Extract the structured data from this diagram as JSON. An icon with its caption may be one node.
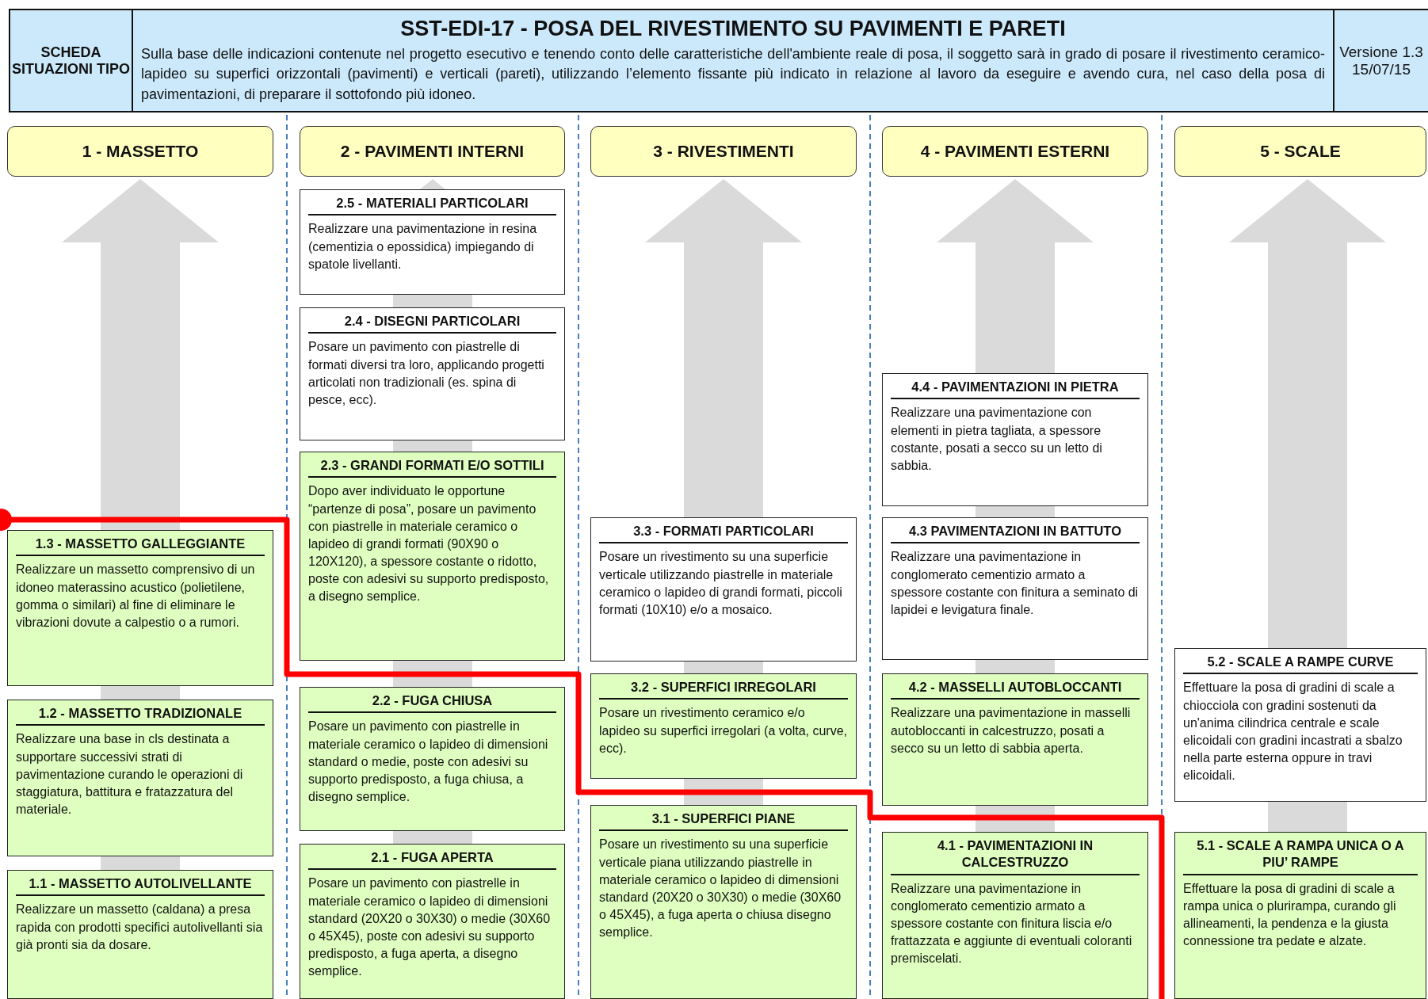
{
  "diagram": {
    "nodes": [
      {
        "text": [
          "SCHEDA SITUAZIONI TIPO"
        ]
      },
      {
        "text": [
          "SST-EDI-17 - POSA DEL RIVESTIMENTO SU PAVIMENTI E PARETI",
          "Sulla base delle indicazioni contenute nel progetto esecutivo e tenendo conto delle caratteristiche dell'ambiente reale di posa, il soggetto sarà in grado di posare il rivestimento ceramico-lapideo su superfici orizzontali (pavimenti) e verticali (pareti), utilizzando l’elemento fissante più indicato in relazione al lavoro da eseguire e avendo cura, nel caso della posa di pavimentazioni, di preparare il sottofondo più idoneo."
        ]
      },
      {
        "text": [
          "Versione 1.3 15/07/15"
        ]
      },
      {
        "text": [
          "1 - MASSETTO"
        ]
      },
      {
        "text": [
          "2 - PAVIMENTI INTERNI"
        ]
      },
      {
        "text": [
          "3 - RIVESTIMENTI"
        ]
      },
      {
        "text": [
          "4 - PAVIMENTI ESTERNI"
        ]
      },
      {
        "text": [
          "5 - SCALE"
        ]
      },
      {
        "text": [
          "2.5 - MATERIALI PARTICOLARI",
          "Realizzare una pavimentazione in resina (cementizia o epossidica) impiegando di spatole livellanti."
        ]
      },
      {
        "text": [
          "2.4 - DISEGNI PARTICOLARI",
          "Posare un pavimento con piastrelle di formati diversi tra loro, applicando progetti articolati non tradizionali (es. spina di pesce, ecc)."
        ]
      },
      {
        "text": [
          "4.4 - PAVIMENTAZIONI IN PIETRA",
          "Realizzare una pavimentazione con elementi in pietra tagliata, a spessore costante, posati a secco su un letto di sabbia."
        ]
      },
      {
        "text": [
          "2.3 - GRANDI FORMATI E/O SOTTILI",
          "Dopo aver individuato le opportune “partenze di posa”, posare un pavimento con piastrelle in materiale ceramico o lapideo di grandi formati (90X90 o 120X120), a spessore costante o ridotto, poste con adesivi su supporto predisposto, a disegno semplice."
        ]
      },
      {
        "text": [
          "3.3 - FORMATI PARTICOLARI",
          "Posare un rivestimento su una superficie verticale utilizzando piastrelle in materiale ceramico o lapideo di grandi formati, piccoli formati (10X10) e/o a mosaico."
        ]
      },
      {
        "text": [
          "4.3 PAVIMENTAZIONI IN BATTUTO",
          "Realizzare una pavimentazione in conglomerato cementizio armato a spessore costante con finitura a seminato di lapidei e levigatura finale."
        ]
      },
      {
        "text": [
          "1.3 - MASSETTO GALLEGGIANTE",
          "Realizzare un massetto comprensivo di un idoneo materassino acustico (polietilene, gomma o similari) al fine di eliminare le vibrazioni dovute a calpestio o a rumori."
        ]
      },
      {
        "text": [
          "5.2 - SCALE A RAMPE CURVE",
          "Effettuare la posa di gradini di scale a chiocciola con gradini sostenuti da un'anima cilindrica centrale e scale elicoidali con gradini incastrati a sbalzo nella parte esterna oppure in travi elicoidali."
        ]
      },
      {
        "text": [
          "3.2 - SUPERFICI IRREGOLARI",
          "Posare un rivestimento ceramico e/o lapideo su superfici irregolari (a volta, curve, ecc)."
        ]
      },
      {
        "text": [
          "4.2 - MASSELLI AUTOBLOCCANTI",
          "Realizzare una pavimentazione in masselli autobloccanti in calcestruzzo, posati a secco su un letto di sabbia aperta."
        ]
      },
      {
        "text": [
          "2.2 - FUGA CHIUSA",
          "Posare un pavimento con piastrelle in materiale ceramico o lapideo di dimensioni standard o medie, poste con adesivi su supporto predisposto, a fuga chiusa, a disegno semplice."
        ]
      },
      {
        "text": [
          "1.2 - MASSETTO TRADIZIONALE",
          "Realizzare una base in cls destinata a supportare successivi strati di pavimentazione curando le operazioni di staggiatura, battitura e fratazzatura del materiale."
        ]
      },
      {
        "text": [
          "3.1 - SUPERFICI PIANE",
          "Posare un rivestimento su una superficie verticale piana utilizzando piastrelle in materiale ceramico o lapideo di dimensioni standard (20X20 o 30X30) o medie (30X60 o 45X45), a fuga aperta o chiusa disegno semplice."
        ]
      },
      {
        "text": [
          "4.1 - PAVIMENTAZIONI IN CALCESTRUZZO",
          "Realizzare una pavimentazione in conglomerato cementizio armato a spessore costante con finitura liscia e/o frattazzata e aggiunte di eventuali coloranti premiscelati."
        ]
      },
      {
        "text": [
          "5.1 - SCALE A RAMPA UNICA O A PIU’ RAMPE",
          "Effettuare la posa di gradini di scale a rampa unica o plurirampa, curando gli allineamenti, la pendenza e la giusta connessione tra pedate e alzate."
        ]
      },
      {
        "text": [
          "2.1 - FUGA APERTA",
          "Posare un pavimento con piastrelle in materiale ceramico o lapideo di dimensioni standard (20X20 o 30X30) o medie (30X60 o 45X45), poste con adesivi su supporto predisposto, a fuga aperta, a disegno semplice."
        ]
      },
      {
        "text": [
          "1.1 - MASSETTO AUTOLIVELLANTE",
          "Realizzare un massetto (caldana) a presa rapida con prodotti specifici autolivellanti sia già pronti sia da dosare."
        ]
      }
    ]
  }
}
